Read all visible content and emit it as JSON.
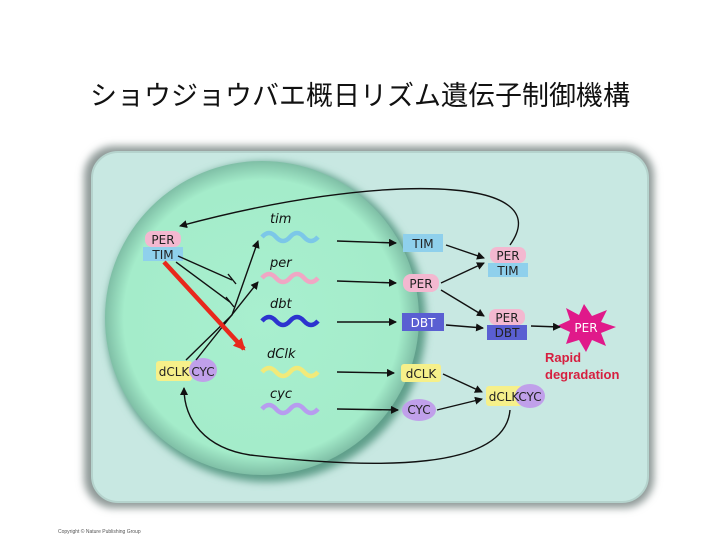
{
  "title": "ショウジョウバエ概日リズム遺伝子制御機構",
  "genes": {
    "tim": "tim",
    "per": "per",
    "dbt": "dbt",
    "dclk": "dClk",
    "cyc": "cyc"
  },
  "proteins": {
    "tim": "TIM",
    "per": "PER",
    "dbt": "DBT",
    "dclk": "dCLK",
    "cyc": "CYC"
  },
  "complexes": {
    "nuclear_per": "PER",
    "nuclear_tim": "TIM",
    "nuclear_dclk": "dCLK",
    "nuclear_cyc": "CYC",
    "pertim_per": "PER",
    "pertim_tim": "TIM",
    "perdbt_per": "PER",
    "perdbt_dbt": "DBT",
    "clkcyc_dclk": "dCLK",
    "clkcyc_cyc": "CYC",
    "degraded_per": "PER"
  },
  "degradation_label_line1": "Rapid",
  "degradation_label_line2": "degradation",
  "copyright": "Copyright © Nature Publishing Group",
  "colors": {
    "cell": "#c6e6e0",
    "nucleus": "#a6edcc",
    "tim": "#8fd0ec",
    "per": "#f3b8d0",
    "dbt": "#5a5fd2",
    "dclk": "#f6f08a",
    "cyc": "#c0a0ea",
    "degraded": "#e0198a",
    "highlight_arrow": "#e8281c",
    "degradation_text": "#d61f3f"
  }
}
